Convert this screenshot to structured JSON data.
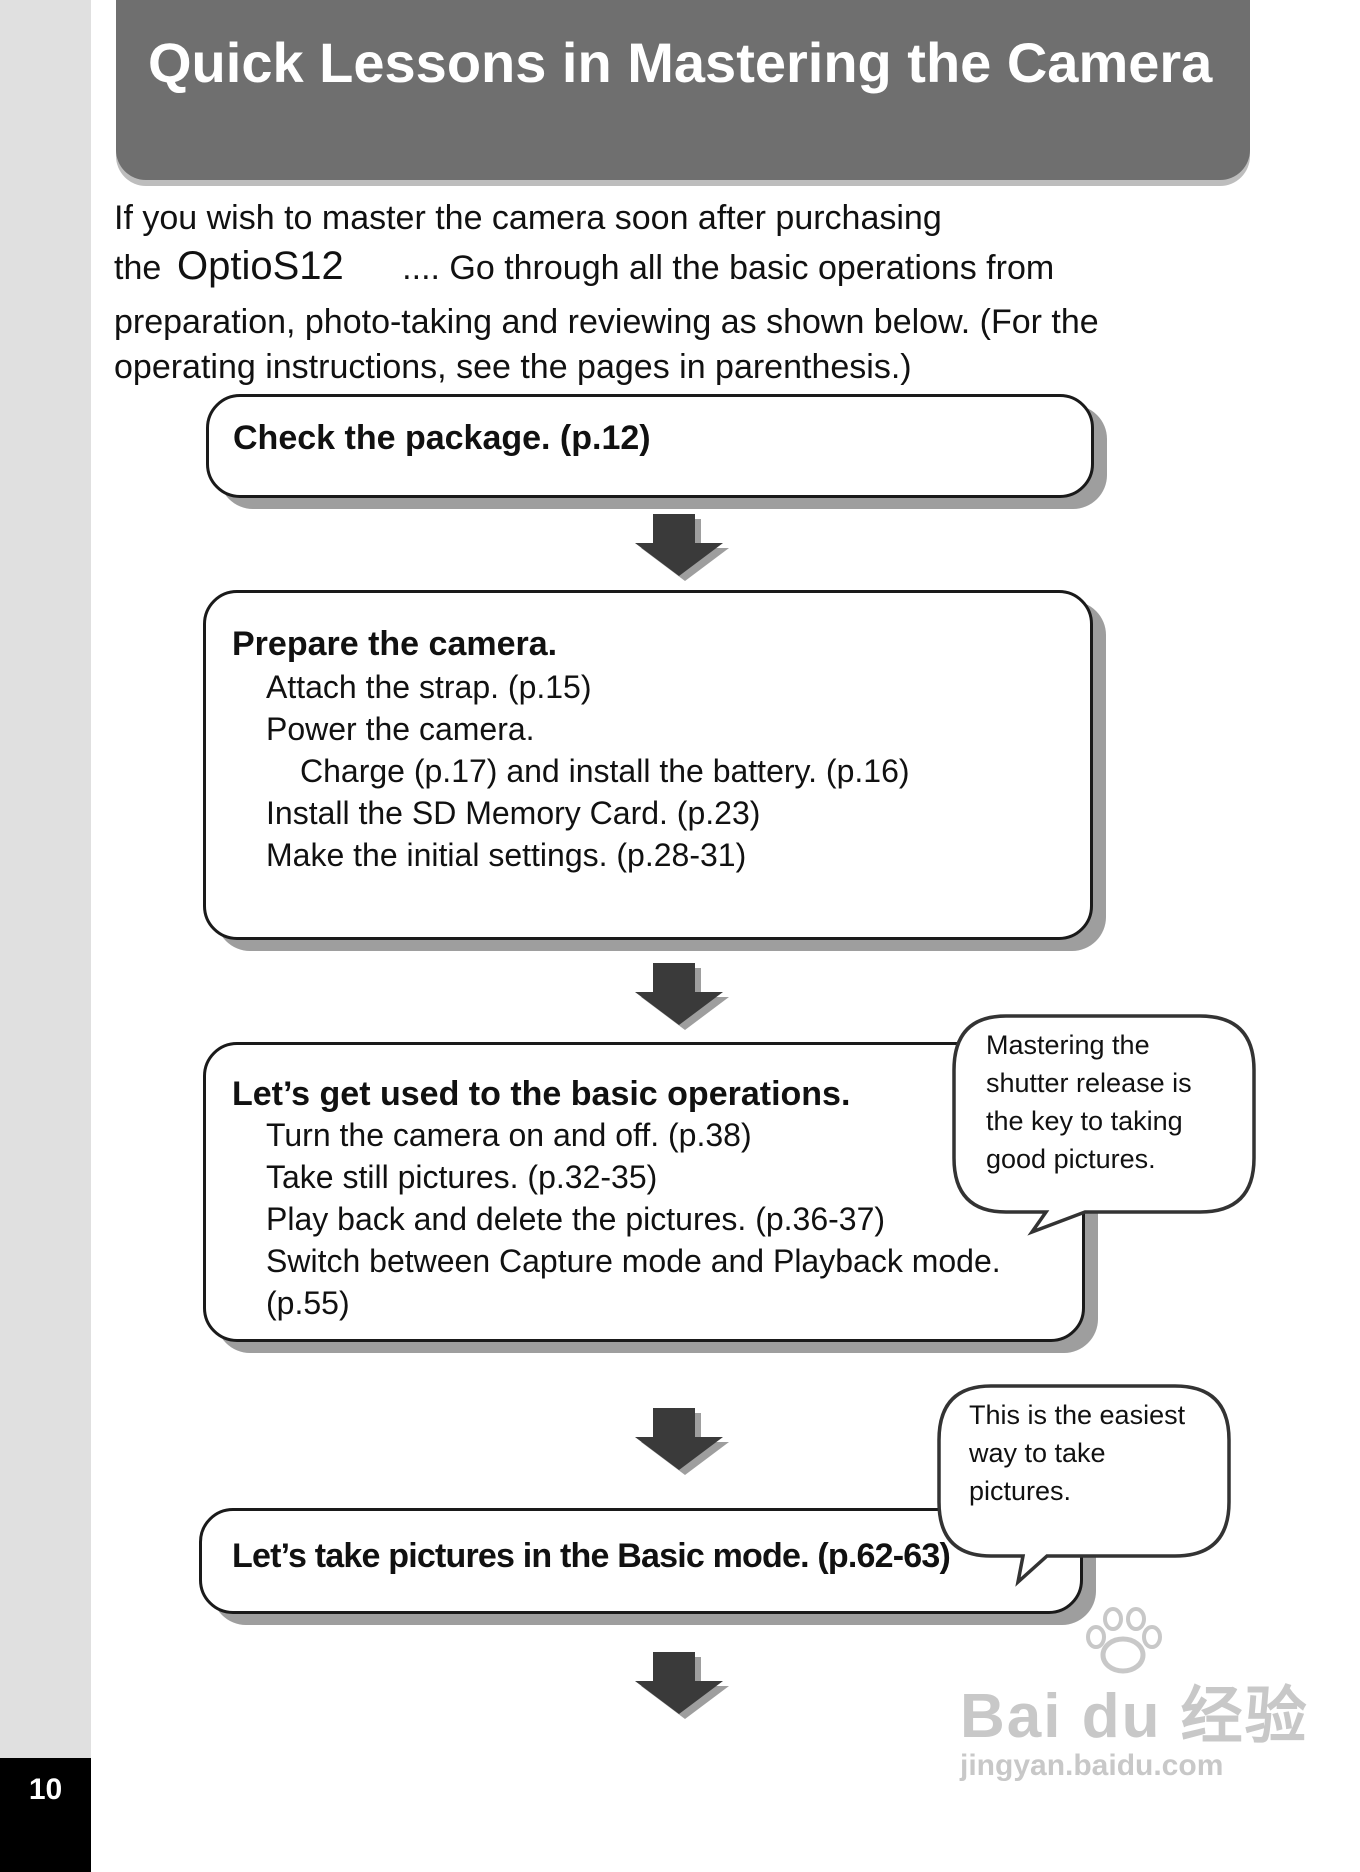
{
  "page_number": "10",
  "header": {
    "title": "Quick Lessons in Mastering the Camera"
  },
  "intro": {
    "line1": "If you wish to master the camera soon after purchasing",
    "line2_a": "the",
    "logo_text": "OptioS12",
    "line2_b": ".... Go through all the basic operations from",
    "line3": "preparation, photo-taking and reviewing as shown below. (For the",
    "line4": "operating instructions, see the pages in parenthesis.)"
  },
  "steps": [
    {
      "title": "Check the package. (p.12)",
      "items": []
    },
    {
      "title": "Prepare the camera.",
      "items": [
        "Attach the strap. (p.15)",
        "Power the camera.",
        "Charge (p.17) and install the battery. (p.16)",
        "Install the SD Memory Card. (p.23)",
        "Make the initial settings. (p.28-31)"
      ]
    },
    {
      "title": "Let’s get used to the basic operations.",
      "items": [
        "Turn the camera on and off. (p.38)",
        "Take still pictures. (p.32-35)",
        "Play back and delete the pictures. (p.36-37)",
        "Switch between Capture mode and Playback mode.",
        "(p.55)"
      ]
    },
    {
      "title": "Let’s take pictures in the Basic mode. (p.62-63)",
      "items": []
    }
  ],
  "bubbles": [
    {
      "lines": [
        "Mastering the",
        "shutter release is",
        "the key to taking",
        "good pictures."
      ]
    },
    {
      "lines": [
        "This is the easiest",
        "way to take",
        "pictures."
      ]
    }
  ],
  "watermark": {
    "main": "Bai du 经验",
    "sub": "jingyan.baidu.com"
  },
  "icons": [
    "down-arrow-icon",
    "speech-bubble-icon",
    "optio-logo",
    "baidu-paw-icon"
  ]
}
